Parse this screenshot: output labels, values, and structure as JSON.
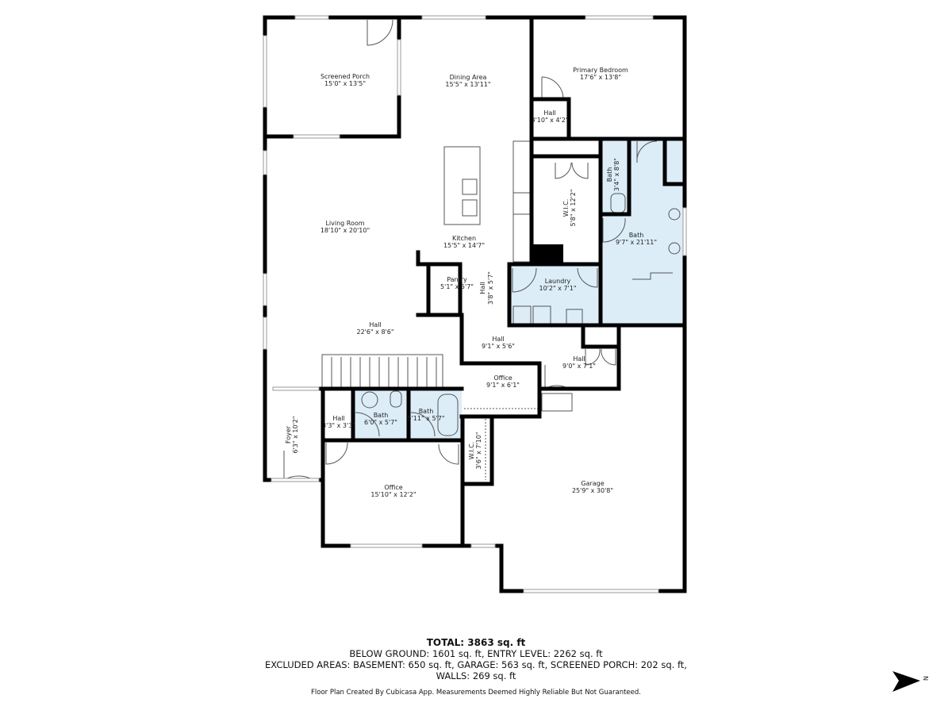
{
  "rooms": {
    "screened_porch": {
      "name": "Screened Porch",
      "dims": "15'0\" x 13'5\""
    },
    "dining_area": {
      "name": "Dining Area",
      "dims": "15'5\" x 13'11\""
    },
    "primary_bedroom": {
      "name": "Primary Bedroom",
      "dims": "17'6\" x 13'8\""
    },
    "hall_a": {
      "name": "Hall",
      "dims": "3'10\" x 4'2\""
    },
    "living_room": {
      "name": "Living Room",
      "dims": "18'10\" x 20'10\""
    },
    "kitchen": {
      "name": "Kitchen",
      "dims": "15'5\" x 14'7\""
    },
    "wic_a": {
      "name": "W.I.C.",
      "dims": "5'8\" x 12'2\""
    },
    "bath_a": {
      "name": "Bath",
      "dims": "3'4\" x 8'8\""
    },
    "bath_b": {
      "name": "Bath",
      "dims": "9'7\" x 21'11\""
    },
    "pantry": {
      "name": "Pantry",
      "dims": "5'1\" x 5'7\""
    },
    "hall_b": {
      "name": "Hall",
      "dims": "3'8\" x 5'7\""
    },
    "laundry": {
      "name": "Laundry",
      "dims": "10'2\" x 7'1\""
    },
    "hall_c": {
      "name": "Hall",
      "dims": "22'6\" x 8'6\""
    },
    "hall_d": {
      "name": "Hall",
      "dims": "9'1\" x 5'6\""
    },
    "hall_e": {
      "name": "Hall",
      "dims": "9'0\" x 7'1\""
    },
    "office_a": {
      "name": "Office",
      "dims": "9'1\" x 6'1\""
    },
    "hall_f": {
      "name": "Hall",
      "dims": "3'3\" x 3'3\""
    },
    "bath_c": {
      "name": "Bath",
      "dims": "6'0\" x 5'7\""
    },
    "bath_d": {
      "name": "Bath",
      "dims": "5'11\" x 5'7\""
    },
    "foyer": {
      "name": "Foyer",
      "dims": "6'3\" x 10'2\""
    },
    "wic_b": {
      "name": "W.I.C.",
      "dims": "3'6\" x 7'10\""
    },
    "office_b": {
      "name": "Office",
      "dims": "15'10\" x 12'2\""
    },
    "garage": {
      "name": "Garage",
      "dims": "25'9\" x 30'8\""
    }
  },
  "summary": {
    "total": "TOTAL: 3863 sq. ft",
    "line1": "BELOW GROUND: 1601 sq. ft, ENTRY LEVEL: 2262 sq. ft",
    "line2": "EXCLUDED AREAS: BASEMENT: 650 sq. ft, GARAGE: 563 sq. ft, SCREENED PORCH: 202 sq. ft,",
    "line3": "WALLS: 269 sq. ft",
    "disclaimer": "Floor Plan Created By Cubicasa App. Measurements Deemed Highly Reliable But Not Guaranteed."
  },
  "compass": {
    "label": "N",
    "icon": "north-arrow-icon"
  },
  "colors": {
    "wet_room": "#dcedf8",
    "wall": "#000000"
  }
}
